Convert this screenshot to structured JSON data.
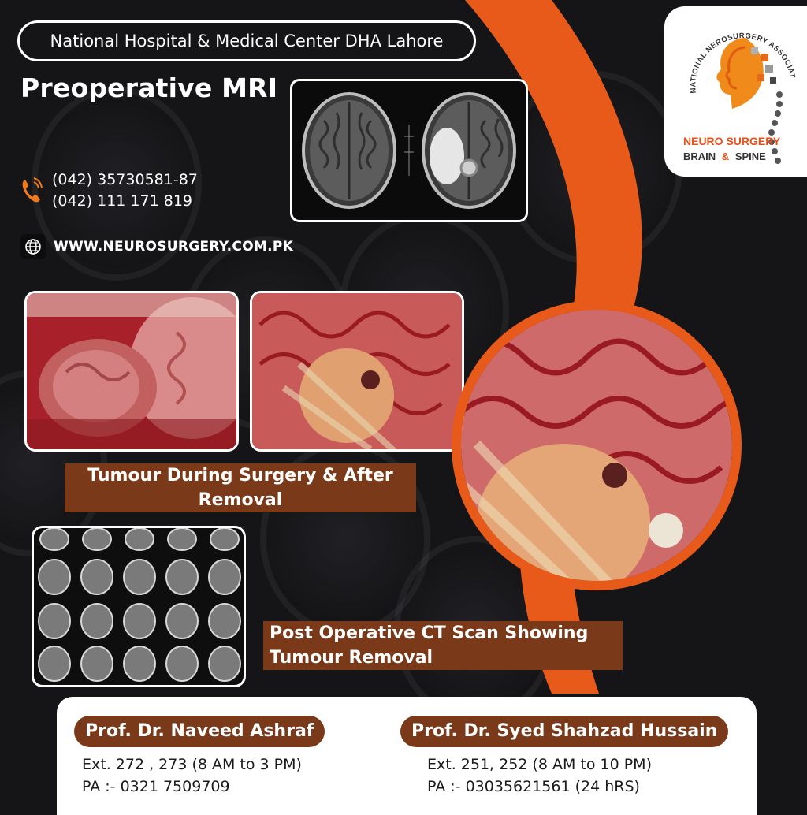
{
  "header": {
    "hospital": "National Hospital & Medical Center DHA Lahore",
    "preop_title": "Preoperative MRI"
  },
  "contact": {
    "phone1": "(042) 35730581-87",
    "phone2": "(042) 111 171 819",
    "website": "WWW.NEUROSURGERY.COM.PK"
  },
  "logo": {
    "arc_text": "NATIONAL NEROSURGERY ASSOCIATES",
    "line1": "NEURO SURGERY",
    "line2_a": "BRAIN",
    "line2_amp": "&",
    "line2_b": "SPINE"
  },
  "captions": {
    "surgery": "Tumour During Surgery & After Removal",
    "ct": "Post Operative CT Scan Showing Tumour Removal"
  },
  "doctors": [
    {
      "name": "Prof. Dr. Naveed Ashraf",
      "ext": "Ext. 272 , 273 (8 AM to 3 PM)",
      "pa": "PA :- 0321 7509709"
    },
    {
      "name": "Prof. Dr. Syed Shahzad Hussain",
      "ext": "Ext. 251, 252 (8 AM to 10 PM)",
      "pa": "PA :- 03035621561 (24 hRS)"
    }
  ],
  "colors": {
    "accent_orange": "#e85a1a",
    "label_brown": "#7a3a1a",
    "background": "#151517"
  }
}
